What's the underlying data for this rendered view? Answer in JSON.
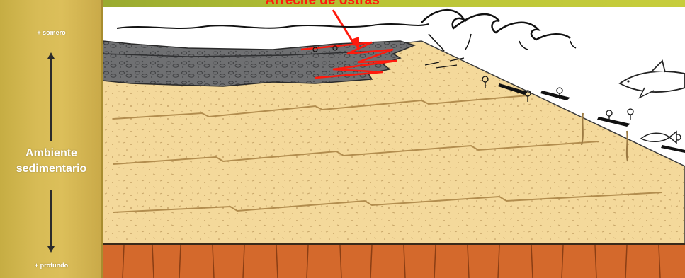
{
  "side_panel": {
    "top_label": "+ somero",
    "center_label_line1": "Ambiente",
    "center_label_line2": "sedimentario",
    "bottom_label": "+ profundo"
  },
  "annotation": {
    "title": "Arrecife de ostras",
    "color": "#ff1a0d"
  },
  "colors": {
    "sidebar": "#d7bb55",
    "sand": "#f4d99b",
    "basement": "#d4692c",
    "reef": "#6f7072"
  }
}
